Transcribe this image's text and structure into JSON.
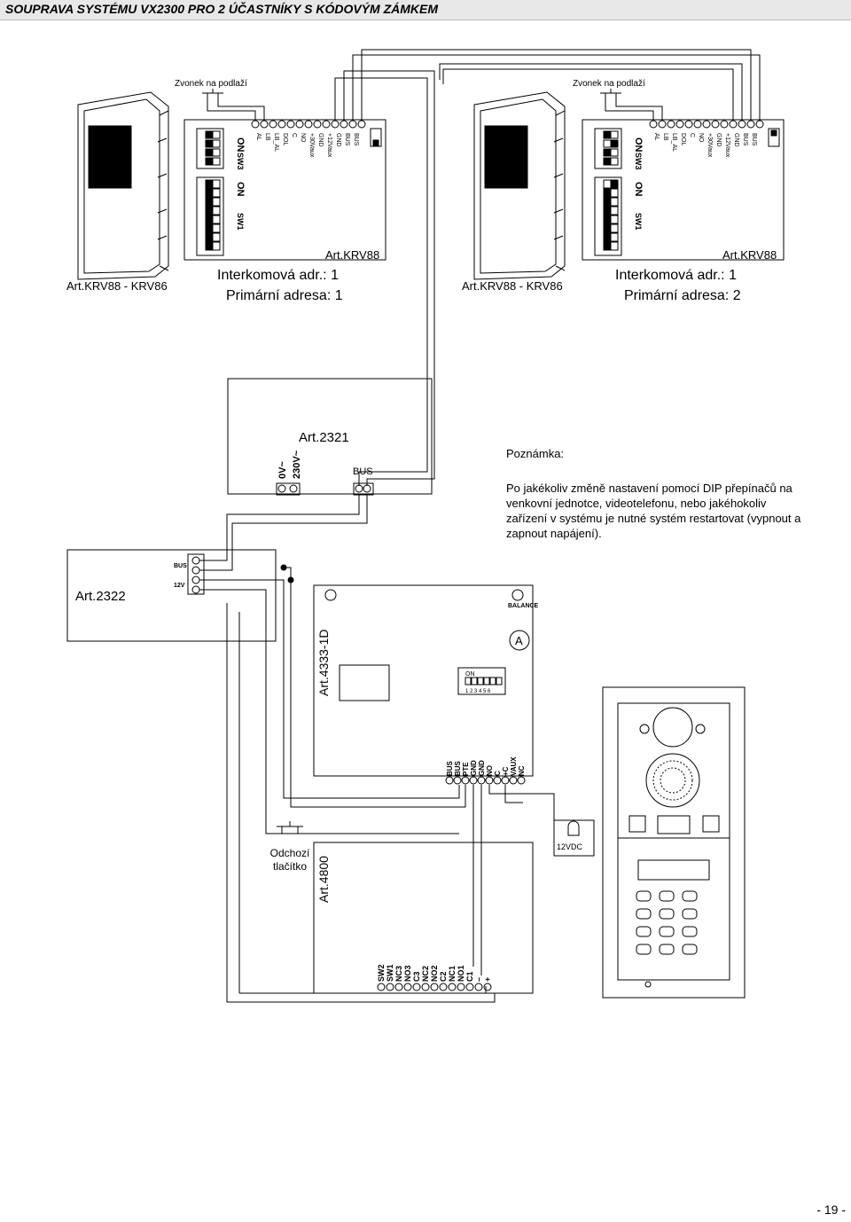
{
  "header": {
    "title": "SOUPRAVA SYSTÉMU VX2300 PRO 2 ÚČASTNÍKY S KÓDOVÝM ZÁMKEM"
  },
  "monitor1": {
    "doorbell_label": "Zvonek na podlaží",
    "sw3_label": "SW3",
    "sw1_label": "SW1",
    "on_label": "ON",
    "terminals": [
      "AL",
      "LB",
      "LB_AL",
      "DOL",
      "C",
      "NO",
      "+30Vaux",
      "GND",
      "+12Vaux",
      "GND",
      "BUS",
      "BUS"
    ],
    "art_label": "Art.KRV88",
    "model_label": "Art.KRV88 - KRV86",
    "intercom_addr": "Interkomová adr.: 1",
    "primary_addr": "Primární adresa: 1"
  },
  "monitor2": {
    "doorbell_label": "Zvonek na podlaží",
    "sw3_label": "SW3",
    "sw1_label": "SW1",
    "on_label": "ON",
    "terminals": [
      "AL",
      "LB",
      "LB_AL",
      "DOL",
      "C",
      "NO",
      "+30Vaux",
      "GND",
      "+12Vaux",
      "GND",
      "BUS",
      "BUS"
    ],
    "art_label": "Art.KRV88",
    "model_label": "Art.KRV88 - KRV86",
    "intercom_addr": "Interkomová adr.: 1",
    "primary_addr": "Primární adresa: 2"
  },
  "power_supply": {
    "label": "Art.2321",
    "input_0v": "0V~",
    "input_230v": "230V~",
    "bus_label": "BUS"
  },
  "art2322": {
    "label": "Art.2322",
    "bus": "BUS",
    "v12": "12V"
  },
  "controller": {
    "label": "Art.4333-1D",
    "balance": "BALANCE",
    "a_marker": "A",
    "dip_on": "ON",
    "dip_numbers": "1 2 3 4 5 6",
    "terminals": [
      "BUS",
      "BUS",
      "PTE",
      "GND",
      "GND",
      "NO",
      "C",
      "+C",
      "VAUX",
      "NC"
    ]
  },
  "art4800": {
    "label": "Art.4800",
    "exit_button": "Odchozí tlačítko",
    "terminals": [
      "SW2",
      "SW1",
      "NC3",
      "NO3",
      "C3",
      "NC2",
      "NO2",
      "C2",
      "NC1",
      "NO1",
      "C1",
      "–",
      "+"
    ]
  },
  "lock": {
    "label": "12VDC"
  },
  "note": {
    "title": "Poznámka:",
    "text": "Po jakékoliv změně nastavení pomocí DIP přepínačů na venkovní jednotce, videotelefonu, nebo jakéhokoliv zařízení v systému je nutné systém restartovat (vypnout a zapnout napájení)."
  },
  "page_number": "- 19 -"
}
